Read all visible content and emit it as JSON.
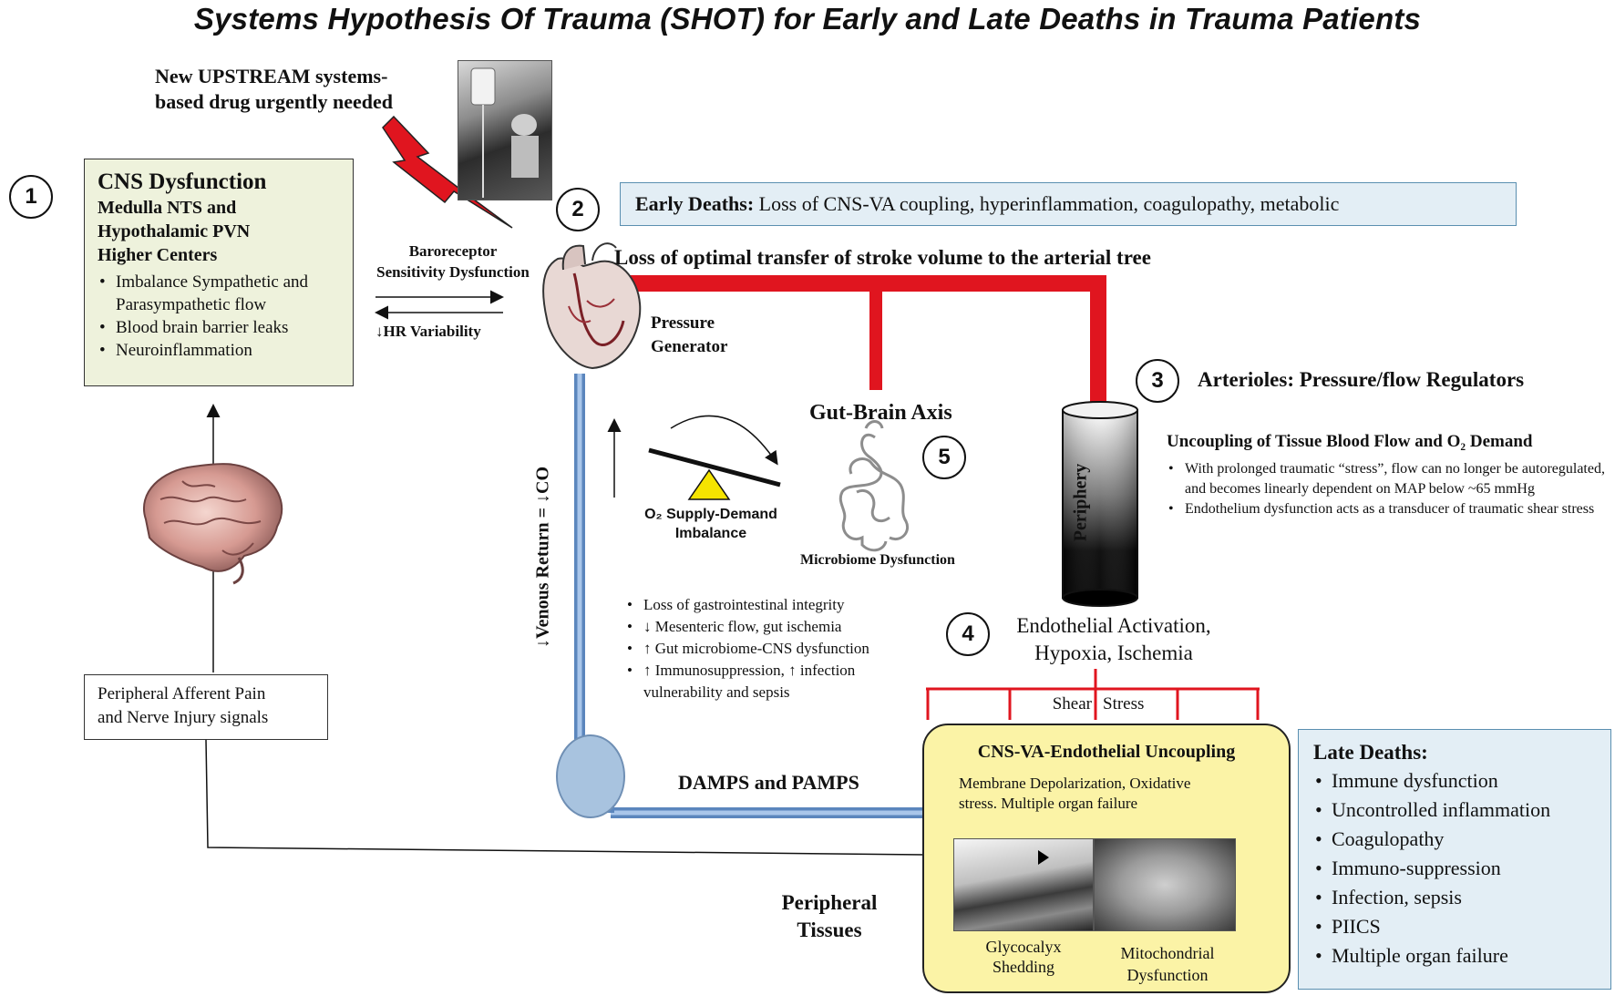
{
  "title": "Systems Hypothesis Of Trauma (SHOT) for Early and Late Deaths in Trauma Patients",
  "upstream_note": {
    "line1": "New UPSTREAM systems-",
    "line2": "based drug urgently needed"
  },
  "numbers": {
    "n1": "1",
    "n2": "2",
    "n3": "3",
    "n4": "4",
    "n5": "5"
  },
  "cns": {
    "title": "CNS Dysfunction",
    "sub1": "Medulla NTS and",
    "sub2": "Hypothalamic PVN",
    "sub3": "Higher Centers",
    "items": [
      "Imbalance Sympathetic and Parasympathetic flow",
      "Blood brain barrier leaks",
      "Neuroinflammation"
    ]
  },
  "baroreceptor": {
    "line1": "Baroreceptor",
    "line2": "Sensitivity Dysfunction",
    "hr": "↓HR Variability"
  },
  "early_deaths": {
    "label": "Early Deaths:",
    "text": " Loss of CNS-VA coupling, hyperinflammation, coagulopathy, metabolic"
  },
  "loss_transfer": "Loss of optimal transfer of stroke volume to the arterial tree",
  "pressure_generator": {
    "line1": "Pressure",
    "line2": "Generator"
  },
  "arterioles": "Arterioles: Pressure/flow Regulators",
  "uncoupling": {
    "title": "Uncoupling of Tissue Blood Flow and O₂ Demand",
    "items": [
      "With prolonged traumatic “stress”, flow can no longer be autoregulated, and becomes linearly dependent on MAP below ~65 mmHg",
      "Endothelium dysfunction acts as a transducer of traumatic shear stress"
    ]
  },
  "periphery": "Periphery",
  "gut_brain": "Gut-Brain Axis",
  "microbiome": "Microbiome Dysfunction",
  "o2": {
    "line1": "O₂ Supply-Demand",
    "line2": "Imbalance"
  },
  "venous_return": "↓Venous Return = ↓CO",
  "gut_items": [
    "Loss of gastrointestinal integrity",
    "↓ Mesenteric flow, gut ischemia",
    "↑ Gut microbiome-CNS dysfunction",
    "↑ Immunosuppression, ↑ infection vulnerability and sepsis"
  ],
  "endothelial": {
    "line1": "Endothelial Activation,",
    "line2": "Hypoxia, Ischemia"
  },
  "shear": {
    "left": "Shear",
    "right": "Stress"
  },
  "peripheral_afferent": {
    "line1": "Peripheral Afferent Pain",
    "line2": "and Nerve Injury signals"
  },
  "damps": "DAMPS and PAMPS",
  "cva": {
    "title": "CNS-VA-Endothelial Uncoupling",
    "line1": "Membrane Depolarization, Oxidative",
    "line2": "stress. Multiple organ failure"
  },
  "glycocalyx": {
    "line1": "Glycocalyx",
    "line2": "Shedding"
  },
  "mito": {
    "line1": "Mitochondrial",
    "line2": "Dysfunction"
  },
  "peripheral_tissues": {
    "line1": "Peripheral",
    "line2": "Tissues"
  },
  "late_deaths": {
    "title": "Late Deaths:",
    "items": [
      "Immune dysfunction",
      "Uncontrolled inflammation",
      "Coagulopathy",
      "Immuno-suppression",
      "Infection, sepsis",
      "PIICS",
      "Multiple organ failure"
    ]
  },
  "colors": {
    "red": "#e0151f",
    "blue": "#6b9bd1",
    "cns_bg": "#eef2dc",
    "early_bg": "#e3eef5",
    "late_bg": "#e3eef5",
    "yellow_bg": "#fbf3a6"
  }
}
